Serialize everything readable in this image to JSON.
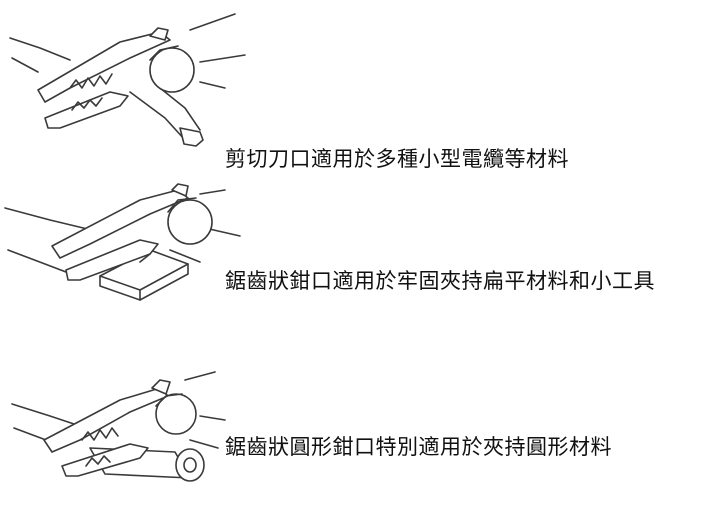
{
  "captions": {
    "cutting_edge": "剪切刀口適用於多種小型電纜等材料",
    "serrated_flat_jaw": "鋸齒狀鉗口適用於牢固夾持扁平材料和小工具",
    "serrated_round_jaw": "鋸齒狀圓形鉗口特別適用於夾持圓形材料"
  },
  "colors": {
    "line": "#3a3a3a",
    "text": "#111111",
    "background": "#ffffff"
  }
}
